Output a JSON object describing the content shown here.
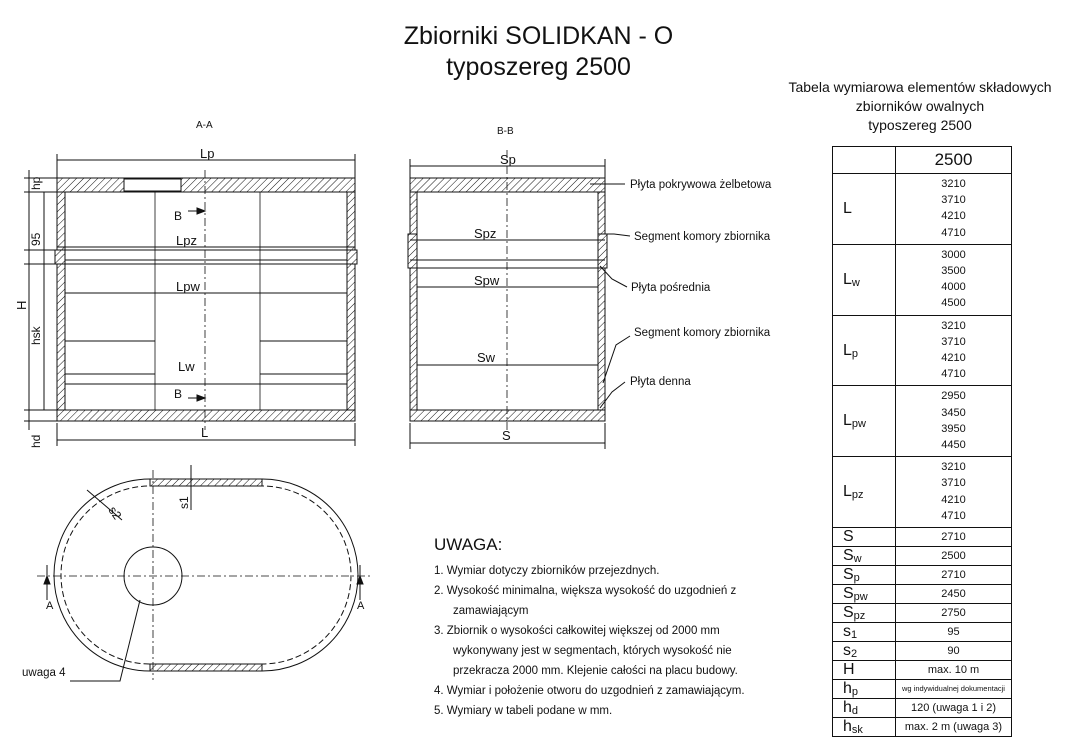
{
  "title": {
    "line1": "Zbiorniki SOLIDKAN - O",
    "line2": "typoszereg 2500"
  },
  "table_caption": {
    "line1": "Tabela wymiarowa elementów składowych",
    "line2": "zbiorników owalnych",
    "line3": "typoszereg 2500"
  },
  "section_labels": {
    "aa": "A-A",
    "bb": "B-B",
    "a": "A",
    "b": "B"
  },
  "dim_labels": {
    "hp": "hp",
    "lp": "Lp",
    "l95": "95",
    "H": "H",
    "hsk": "hsk",
    "hd": "hd",
    "lpz": "Lpz",
    "lpw": "Lpw",
    "lw": "Lw",
    "L": "L",
    "sp": "Sp",
    "spz": "Spz",
    "spw": "Spw",
    "sw": "Sw",
    "S": "S",
    "s1": "s1",
    "s2": "s2"
  },
  "callouts": {
    "plyta_pokrywowa": "Płyta pokrywowa żelbetowa",
    "segment1": "Segment komory zbiornika",
    "plyta_posrednia": "Płyta pośrednia",
    "segment2": "Segment komory zbiornika",
    "plyta_denna": "Płyta denna",
    "uwaga4": "uwaga 4"
  },
  "notes": {
    "heading": "UWAGA:",
    "items": [
      "1. Wymiar dotyczy zbiorników przejezdnych.",
      "2. Wysokość minimalna, większa wysokość do uzgodnień z",
      "zamawiającym",
      "3. Zbiornik o wysokości całkowitej większej od 2000 mm",
      "wykonywany jest w segmentach, których wysokość nie",
      "przekracza 2000 mm. Klejenie całości na placu budowy.",
      "4. Wymiar i położenie otworu do uzgodnień z zamawiającym.",
      "5. Wymiary w tabeli podane w mm."
    ]
  },
  "dim_table": {
    "header": "2500",
    "rows": [
      {
        "sym": "L",
        "sub": "",
        "values": [
          "3210",
          "3710",
          "4210",
          "4710"
        ]
      },
      {
        "sym": "L",
        "sub": "w",
        "values": [
          "3000",
          "3500",
          "4000",
          "4500"
        ]
      },
      {
        "sym": "L",
        "sub": "p",
        "values": [
          "3210",
          "3710",
          "4210",
          "4710"
        ]
      },
      {
        "sym": "L",
        "sub": "pw",
        "values": [
          "2950",
          "3450",
          "3950",
          "4450"
        ]
      },
      {
        "sym": "L",
        "sub": "pz",
        "values": [
          "3210",
          "3710",
          "4210",
          "4710"
        ]
      },
      {
        "sym": "S",
        "sub": "",
        "values": [
          "2710"
        ]
      },
      {
        "sym": "S",
        "sub": "w",
        "values": [
          "2500"
        ]
      },
      {
        "sym": "S",
        "sub": "p",
        "values": [
          "2710"
        ]
      },
      {
        "sym": "S",
        "sub": "pw",
        "values": [
          "2450"
        ]
      },
      {
        "sym": "S",
        "sub": "pz",
        "values": [
          "2750"
        ]
      },
      {
        "sym": "s",
        "sub": "1",
        "values": [
          "95"
        ]
      },
      {
        "sym": "s",
        "sub": "2",
        "values": [
          "90"
        ]
      },
      {
        "sym": "H",
        "sub": "",
        "values": [
          "max. 10 m"
        ]
      },
      {
        "sym": "h",
        "sub": "p",
        "values": [
          "wg indywidualnej dokumentacji"
        ],
        "small": true
      },
      {
        "sym": "h",
        "sub": "d",
        "values": [
          "120 (uwaga 1 i 2)"
        ]
      },
      {
        "sym": "h",
        "sub": "sk",
        "values": [
          "max. 2 m (uwaga 3)"
        ]
      }
    ]
  }
}
